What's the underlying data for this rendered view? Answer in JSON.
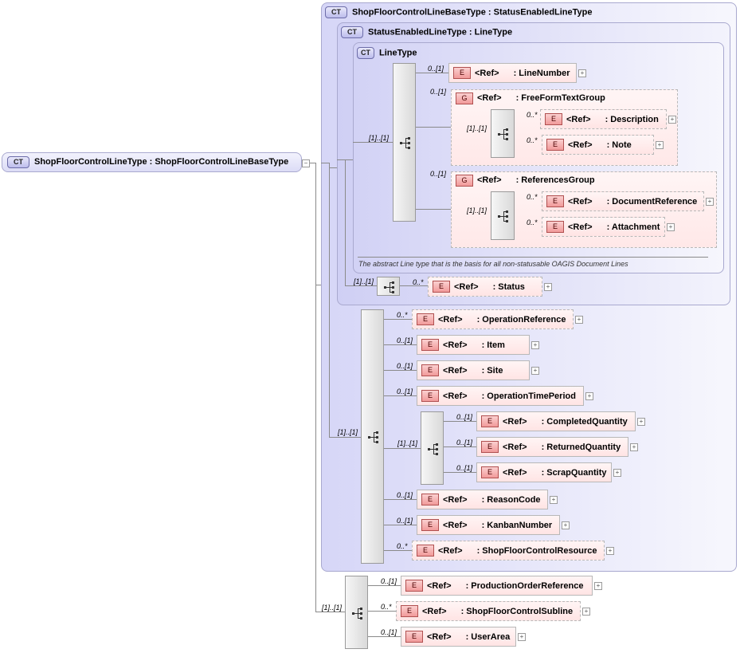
{
  "badges": {
    "complex_type": "CT",
    "element": "E",
    "group": "G",
    "ref": "<Ref>"
  },
  "root": {
    "label": "ShopFloorControlLineType : ShopFloorControlLineBaseType"
  },
  "base_type": {
    "label": "ShopFloorControlLineBaseType : StatusEnabledLineType"
  },
  "status_enabled_type": {
    "label": "StatusEnabledLineType : LineType"
  },
  "line_type": {
    "label": "LineType",
    "documentation": "The abstract Line type that is the basis for all non-statusable OAGIS Document Lines"
  },
  "elements": {
    "line_number": {
      "card": "0..[1]",
      "name": ": LineNumber"
    },
    "free_form_text_group": {
      "card": "0..[1]",
      "name": ": FreeFormTextGroup",
      "seq_card": "[1]..[1]"
    },
    "description": {
      "card": "0..*",
      "name": ": Description"
    },
    "note": {
      "card": "0..*",
      "name": ": Note"
    },
    "references_group": {
      "card": "0..[1]",
      "name": ": ReferencesGroup",
      "seq_card": "[1]..[1]"
    },
    "document_reference": {
      "card": "0..*",
      "name": ": DocumentReference"
    },
    "attachment": {
      "card": "0..*",
      "name": ": Attachment"
    },
    "status": {
      "card": "0..*",
      "name": ": Status"
    },
    "operation_reference": {
      "card": "0..*",
      "name": ": OperationReference"
    },
    "item": {
      "card": "0..[1]",
      "name": ": Item"
    },
    "site": {
      "card": "0..[1]",
      "name": ": Site"
    },
    "operation_time_period": {
      "card": "0..[1]",
      "name": ": OperationTimePeriod"
    },
    "completed_quantity": {
      "card": "0..[1]",
      "name": ": CompletedQuantity"
    },
    "returned_quantity": {
      "card": "0..[1]",
      "name": ": ReturnedQuantity"
    },
    "scrap_quantity": {
      "card": "0..[1]",
      "name": ": ScrapQuantity"
    },
    "reason_code": {
      "card": "0..[1]",
      "name": ": ReasonCode"
    },
    "kanban_number": {
      "card": "0..[1]",
      "name": ": KanbanNumber"
    },
    "shop_floor_control_resource": {
      "card": "0..*",
      "name": ": ShopFloorControlResource"
    },
    "production_order_reference": {
      "card": "0..[1]",
      "name": ": ProductionOrderReference"
    },
    "shop_floor_control_subline": {
      "card": "0..*",
      "name": ": ShopFloorControlSubline"
    },
    "user_area": {
      "card": "0..[1]",
      "name": ": UserArea"
    }
  },
  "sequences": {
    "line_type_seq": {
      "card": "[1]..[1]"
    },
    "status_seq": {
      "card": "[1]..[1]"
    },
    "base_seq": {
      "card": "[1]..[1]"
    },
    "quantity_seq": {
      "card": "[1]..[1]"
    },
    "root_seq": {
      "card": "[1]..[1]"
    }
  },
  "icons": {
    "sequence": "sequence-icon",
    "expand": "expand-plus-icon"
  },
  "colors": {
    "complex_type_bg": "#d6d6f7",
    "element_bg": "#ffe4e4",
    "element_badge": "#f19a9a",
    "connector": "#8a8a8a"
  }
}
